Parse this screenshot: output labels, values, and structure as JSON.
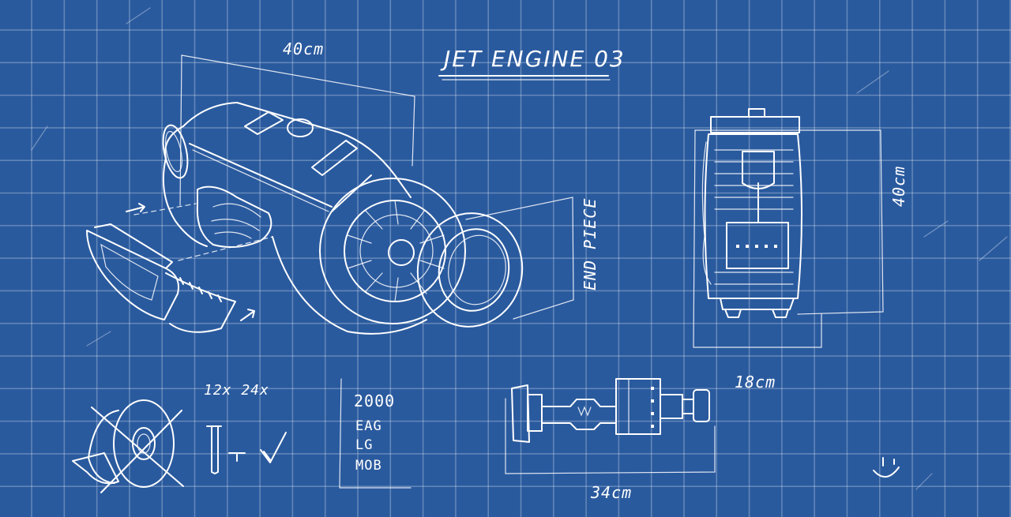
{
  "title": "JET ENGINE 03",
  "dimensions": {
    "main_width": "40cm",
    "side_height": "40cm",
    "side_width": "18cm",
    "shaft_length": "34cm"
  },
  "labels": {
    "end_piece": "END PIECE",
    "quantities": "12x 24x"
  },
  "notes": [
    "2000",
    "EAG",
    "LG",
    "MOB"
  ],
  "colors": {
    "background": "#2a5a9e",
    "grid": "#8aa6d0",
    "ink": "#ffffff"
  }
}
